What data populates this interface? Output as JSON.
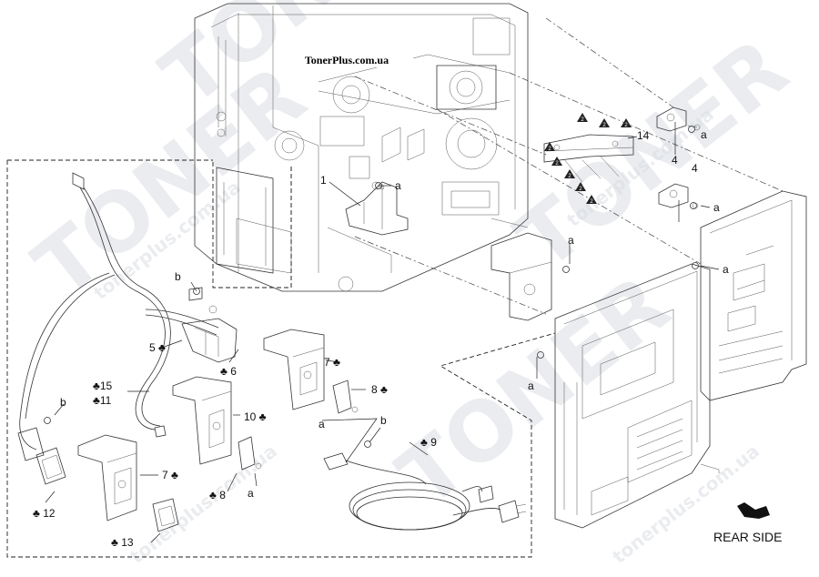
{
  "watermark": {
    "site": "TonerPlus.com.ua",
    "brand_words": [
      "TONER",
      "TONER",
      "TONER",
      "TONER"
    ],
    "small_urls": [
      "tonerplus.com.ua",
      "tonerplus.com.ua",
      "tonerplus.com.ua",
      "tonerplus.com.ua"
    ]
  },
  "rear_side_label": "REAR SIDE",
  "callouts": [
    {
      "id": "c1",
      "text": "1"
    },
    {
      "id": "c-a1",
      "text": "a"
    },
    {
      "id": "c14",
      "text": "14"
    },
    {
      "id": "c4a",
      "text": "4"
    },
    {
      "id": "c4b",
      "text": "4"
    },
    {
      "id": "c-a2",
      "text": "a"
    },
    {
      "id": "c-a3",
      "text": "a"
    },
    {
      "id": "c-a4",
      "text": "a"
    },
    {
      "id": "c-a5",
      "text": "a"
    },
    {
      "id": "c-a6",
      "text": "a"
    },
    {
      "id": "c-b1",
      "text": "b"
    },
    {
      "id": "c5",
      "text": "5 ♣"
    },
    {
      "id": "c6",
      "text": "♣ 6"
    },
    {
      "id": "c7a",
      "text": "7 ♣"
    },
    {
      "id": "c8a",
      "text": "8 ♣"
    },
    {
      "id": "c15",
      "text": "♣15"
    },
    {
      "id": "c11",
      "text": "♣11"
    },
    {
      "id": "c-b2",
      "text": "b"
    },
    {
      "id": "c10",
      "text": "10 ♣"
    },
    {
      "id": "c-a7",
      "text": "a"
    },
    {
      "id": "c-b3",
      "text": "b"
    },
    {
      "id": "c9",
      "text": "♣ 9"
    },
    {
      "id": "c7b",
      "text": "7 ♣"
    },
    {
      "id": "c12",
      "text": "♣ 12"
    },
    {
      "id": "c8b",
      "text": "♣ 8"
    },
    {
      "id": "c-a8",
      "text": "a"
    },
    {
      "id": "c13",
      "text": "♣ 13"
    }
  ],
  "caution_mark": "2"
}
